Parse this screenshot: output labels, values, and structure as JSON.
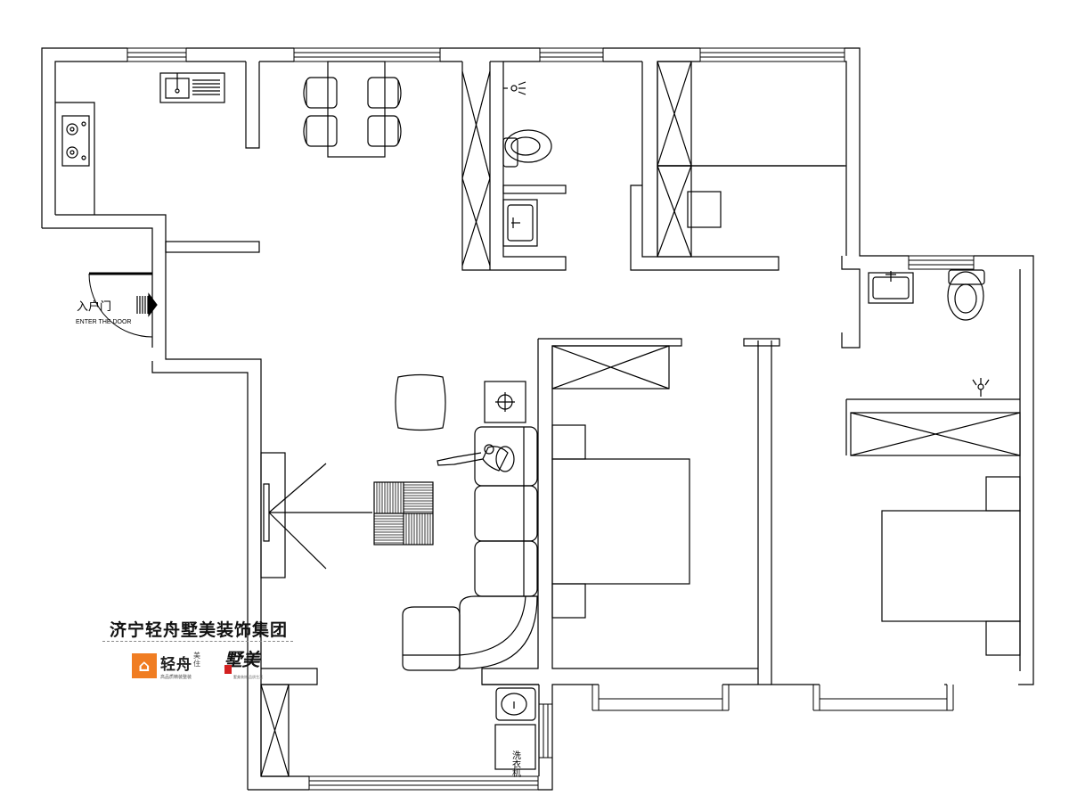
{
  "entrance": {
    "label_cn": "入户门",
    "label_en": "ENTER THE DOOR"
  },
  "appliance": {
    "washer_label": "洗衣机"
  },
  "branding": {
    "company_name": "济宁轻舟墅美装饰集团",
    "logo_a_name": "轻舟",
    "logo_a_suffix": "美住",
    "logo_a_slogan": "高品质精装整装",
    "logo_b_name": "墅美",
    "logo_b_slogan": "墅美装饰 品质生活",
    "accent_color": "#f07d22",
    "seal_color": "#d32020"
  }
}
